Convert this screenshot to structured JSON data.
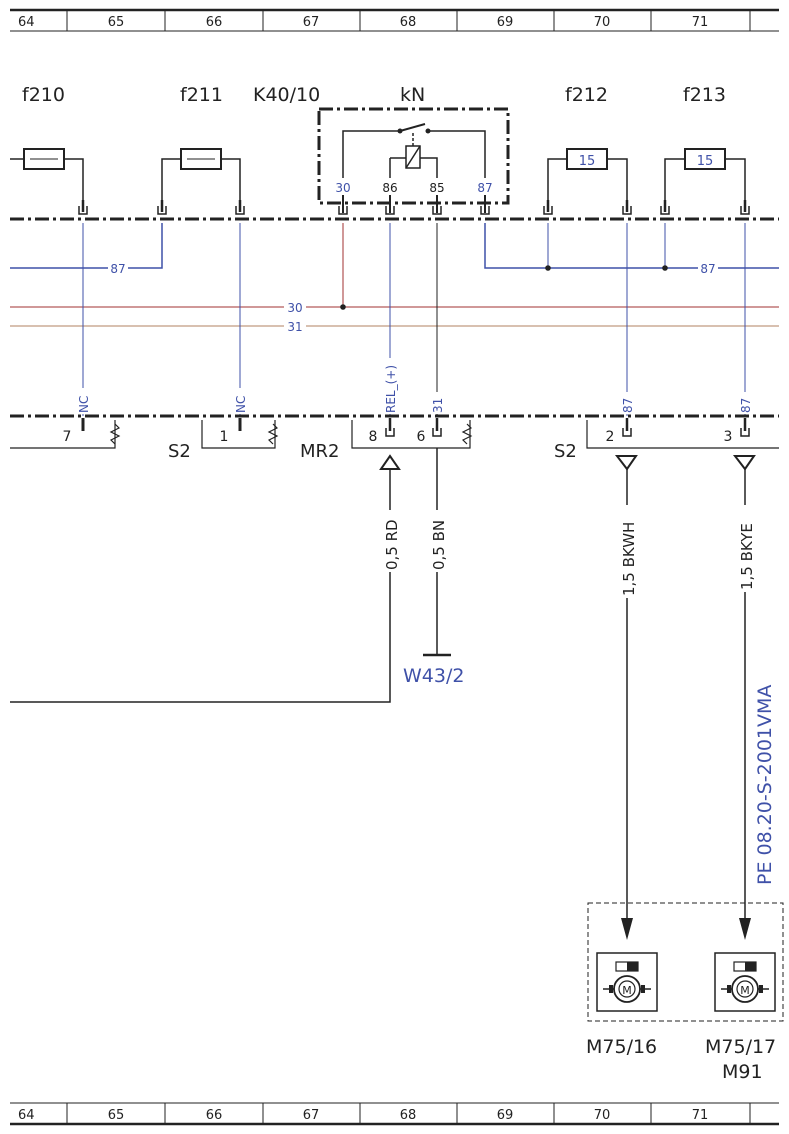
{
  "grid": {
    "columns": [
      "64",
      "65",
      "66",
      "67",
      "68",
      "69",
      "70",
      "71"
    ]
  },
  "colors": {
    "wire_blue": "#3f51a8",
    "wire_red": "#a03030",
    "wire_brown": "#b08060",
    "black": "#222222",
    "bus_dash": "#222222"
  },
  "components": {
    "f210": "f210",
    "f211": "f211",
    "k40": "K40/10",
    "kn": "kN",
    "f212": "f212",
    "f213": "f213",
    "f212_rating": "15",
    "f213_rating": "15"
  },
  "relay_pins": [
    "30",
    "86",
    "85",
    "87"
  ],
  "wire_labels": {
    "w87_left": "87",
    "w87_right": "87",
    "w30": "30",
    "w31": "31",
    "nc1": "NC",
    "nc2": "NC",
    "rel": "REL_(+)",
    "p31": "31",
    "p87a": "87",
    "p87b": "87"
  },
  "connector_pins": [
    "7",
    "1",
    "8",
    "6",
    "2",
    "3"
  ],
  "connectors": {
    "s2_left": "S2",
    "mr2": "MR2",
    "s2_right": "S2"
  },
  "wire_specs": {
    "rd": "0,5 RD",
    "bn": "0,5 BN",
    "bkwh": "1,5 BKWH",
    "bkye": "1,5 BKYE"
  },
  "ground": "W43/2",
  "reference": "PE 08.20-S-2001VMA",
  "motors": {
    "m1": "M75/16",
    "m2": "M75/17",
    "m3": "M91"
  }
}
